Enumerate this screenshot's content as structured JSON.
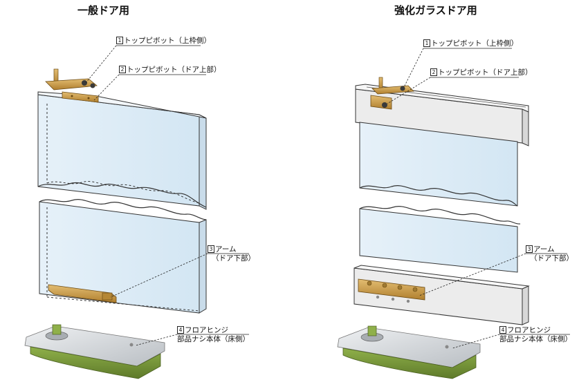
{
  "titles": {
    "left": "一般ドア用",
    "right": "強化ガラスドア用"
  },
  "parts": [
    {
      "num": "1",
      "name": "トップピボット（上枠側）"
    },
    {
      "num": "2",
      "name": "トップピボット（ドア上部）"
    },
    {
      "num": "3",
      "name": "アーム",
      "sub": "（ドア下部）"
    },
    {
      "num": "4",
      "name": "フロアヒンジ",
      "sub": "部品ナシ本体（床側）"
    }
  ],
  "colors": {
    "glass": "#dcebf6",
    "brass": "#c89a45",
    "hinge_green": "#7a9a3c",
    "steel": "#d4d8dc",
    "frame_gray": "#ececec"
  }
}
